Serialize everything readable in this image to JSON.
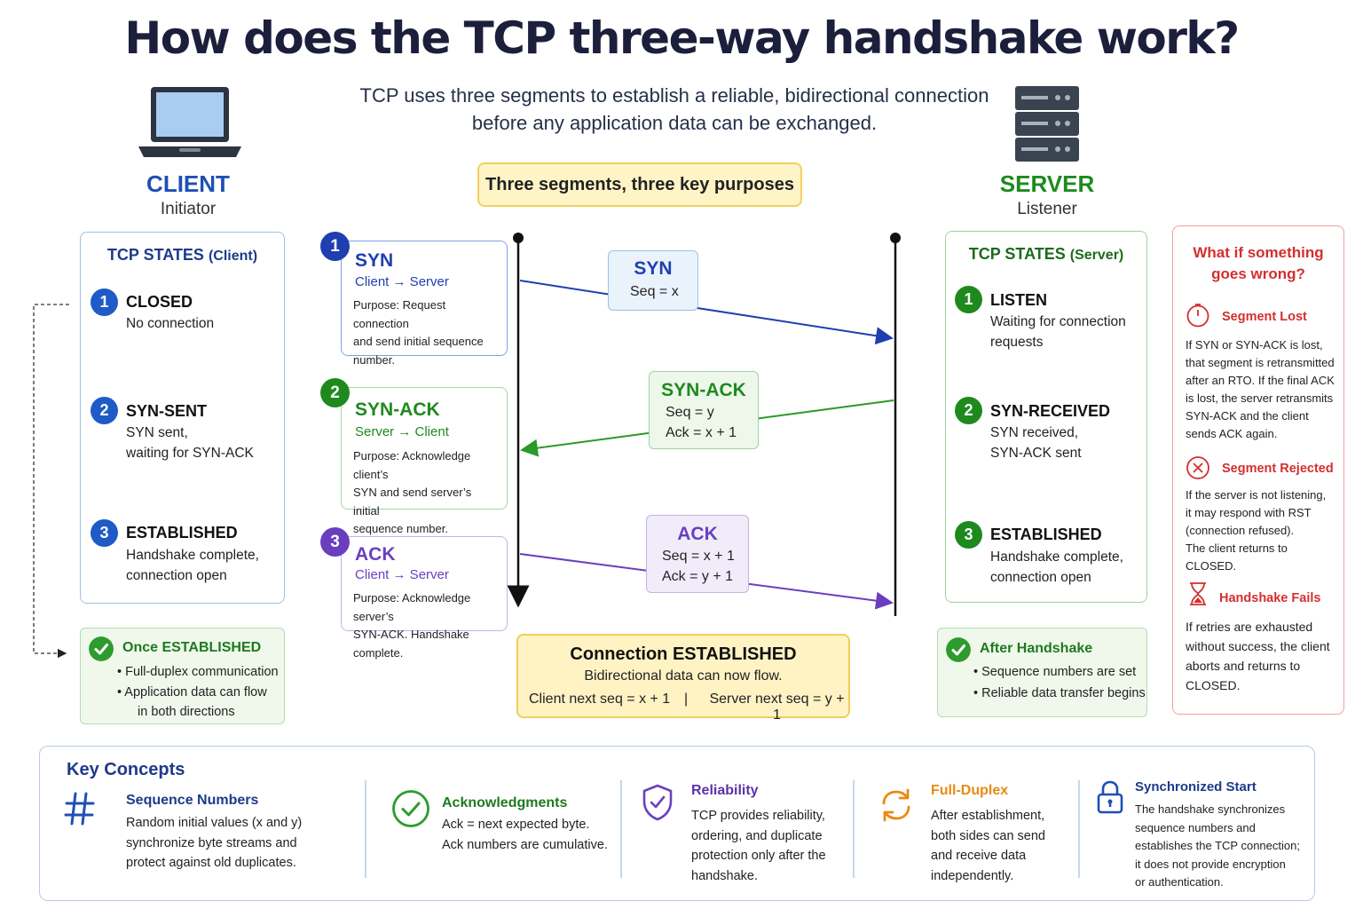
{
  "title": "How does the TCP three-way handshake work?",
  "subtitle": {
    "line1": "TCP uses three segments to establish a reliable, bidirectional connection",
    "line2": "before any application data can be exchanged."
  },
  "client": {
    "name": "CLIENT",
    "role": "Initiator",
    "icon": "laptop-icon"
  },
  "server": {
    "name": "SERVER",
    "role": "Listener",
    "icon": "server-icon"
  },
  "purpose_banner": "Three segments, three key purposes",
  "client_states": {
    "title": "TCP STATES",
    "title_suffix": "(Client)",
    "states": [
      {
        "num": "1",
        "name": "CLOSED",
        "desc": [
          "No connection"
        ]
      },
      {
        "num": "2",
        "name": "SYN-SENT",
        "desc": [
          "SYN sent,",
          "waiting for SYN-ACK"
        ]
      },
      {
        "num": "3",
        "name": "ESTABLISHED",
        "desc": [
          "Handshake complete,",
          "connection open"
        ]
      }
    ]
  },
  "server_states": {
    "title": "TCP STATES",
    "title_suffix": "(Server)",
    "states": [
      {
        "num": "1",
        "name": "LISTEN",
        "desc": [
          "Waiting for connection",
          "requests"
        ]
      },
      {
        "num": "2",
        "name": "SYN-RECEIVED",
        "desc": [
          "SYN received,",
          "SYN-ACK sent"
        ]
      },
      {
        "num": "3",
        "name": "ESTABLISHED",
        "desc": [
          "Handshake complete,",
          "connection open"
        ]
      }
    ]
  },
  "segments": [
    {
      "num": "1",
      "name": "SYN",
      "direction": "Client → Server",
      "purpose": [
        "Purpose: Request connection",
        "and send initial sequence",
        "number."
      ],
      "color": "#1f3fb0"
    },
    {
      "num": "2",
      "name": "SYN-ACK",
      "direction": "Server → Client",
      "purpose": [
        "Purpose: Acknowledge client’s",
        "SYN and send server’s initial",
        "sequence number."
      ],
      "color": "#1e8a1e"
    },
    {
      "num": "3",
      "name": "ACK",
      "direction": "Client → Server",
      "purpose": [
        "Purpose: Acknowledge server’s",
        "SYN-ACK. Handshake complete."
      ],
      "color": "#6a3fbf"
    }
  ],
  "messages": [
    {
      "name": "SYN",
      "lines": [
        "Seq = x"
      ]
    },
    {
      "name": "SYN-ACK",
      "lines": [
        "Seq = y",
        "Ack = x + 1"
      ]
    },
    {
      "name": "ACK",
      "lines": [
        "Seq = x + 1",
        "Ack = y + 1"
      ]
    }
  ],
  "once_established": {
    "title": "Once ESTABLISHED",
    "items": [
      "• Full-duplex communication",
      "• Application data can flow",
      "in both directions"
    ]
  },
  "after_handshake": {
    "title": "After Handshake",
    "items": [
      "• Sequence numbers are set",
      "• Reliable data transfer begins"
    ]
  },
  "established": {
    "title": "Connection ESTABLISHED",
    "subtitle": "Bidirectional data can now flow.",
    "client_seq": "Client next seq = x + 1",
    "separator": "|",
    "server_seq": "Server next seq = y + 1"
  },
  "what_wrong": {
    "title_line1": "What if something",
    "title_line2": "goes wrong?",
    "cases": [
      {
        "icon": "stopwatch-icon",
        "title": "Segment Lost",
        "text": [
          "If SYN or SYN-ACK is lost,",
          "that segment is retransmitted",
          "after an RTO. If the final ACK",
          "is lost, the server retransmits",
          "SYN-ACK and the client",
          "sends ACK again."
        ]
      },
      {
        "icon": "x-circle-icon",
        "title": "Segment Rejected",
        "text": [
          "If the server is not listening,",
          "it may respond with RST",
          "(connection refused).",
          "The client returns to",
          "CLOSED."
        ]
      },
      {
        "icon": "hourglass-icon",
        "title": "Handshake Fails",
        "text": [
          "If retries are exhausted",
          "without success, the client",
          "aborts and returns to",
          "CLOSED."
        ]
      }
    ]
  },
  "key_concepts": {
    "title": "Key Concepts",
    "items": [
      {
        "icon": "hash-icon",
        "title": "Sequence Numbers",
        "text": [
          "Random initial values (x and y)",
          "synchronize byte streams and",
          "protect against old duplicates."
        ]
      },
      {
        "icon": "check-circle-icon",
        "title": "Acknowledgments",
        "text": [
          "Ack = next expected byte.",
          "Ack numbers are cumulative."
        ]
      },
      {
        "icon": "shield-icon",
        "title": "Reliability",
        "text": [
          "TCP provides reliability,",
          "ordering, and duplicate",
          "protection only after the",
          "handshake."
        ]
      },
      {
        "icon": "sync-arrows-icon",
        "title": "Full-Duplex",
        "text": [
          "After establishment,",
          "both sides can send",
          "and receive data",
          "independently."
        ]
      },
      {
        "icon": "lock-icon",
        "title": "Synchronized Start",
        "text": [
          "The handshake synchronizes",
          "sequence numbers and",
          "establishes the TCP connection;",
          "it does not provide encryption",
          "or authentication."
        ]
      }
    ]
  },
  "colors": {
    "client_blue": "#1e4fb5",
    "server_green": "#1e8a1e",
    "ack_purple": "#6a3fbf",
    "alert_red": "#d32f2f",
    "fullduplex_orange": "#e98a12"
  }
}
